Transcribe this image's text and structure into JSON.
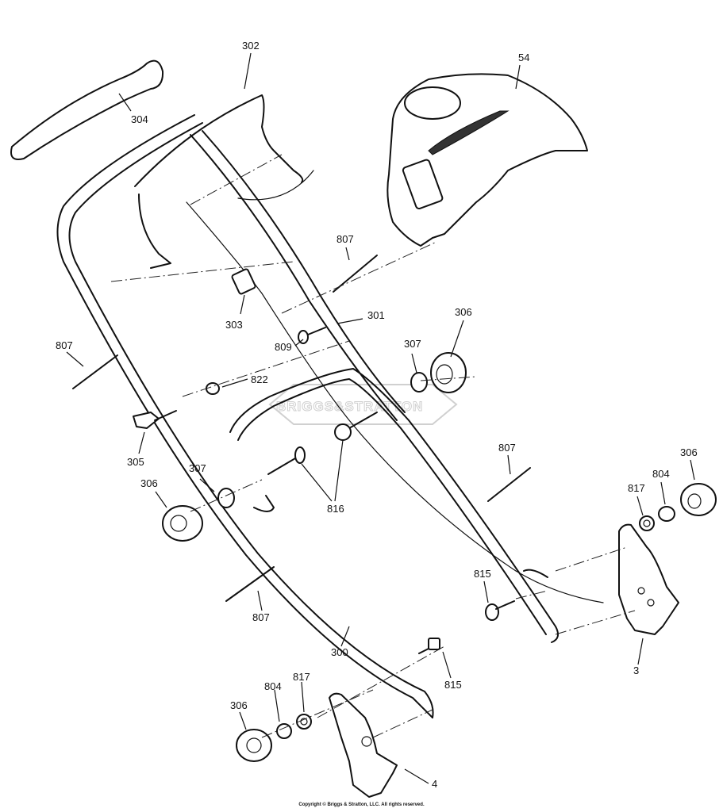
{
  "part_labels": {
    "p302": "302",
    "p54": "54",
    "p304": "304",
    "p807a": "807",
    "p301": "301",
    "p303": "303",
    "p306a": "306",
    "p809": "809",
    "p307a": "307",
    "p807b": "807",
    "p822": "822",
    "p305": "305",
    "p307b": "307",
    "p306b": "306",
    "p816": "816",
    "p807c": "807",
    "p306c": "306",
    "p804a": "804",
    "p817a": "817",
    "p815a": "815",
    "p3": "3",
    "p807d": "807",
    "p300": "300",
    "p815b": "815",
    "p804b": "804",
    "p817b": "817",
    "p306d": "306",
    "p4": "4"
  },
  "watermark": {
    "text": "BRIGGS&STRATTON",
    "color": "#d0d0d0"
  },
  "copyright": "Copyright © Briggs & Stratton, LLC. All rights reserved."
}
